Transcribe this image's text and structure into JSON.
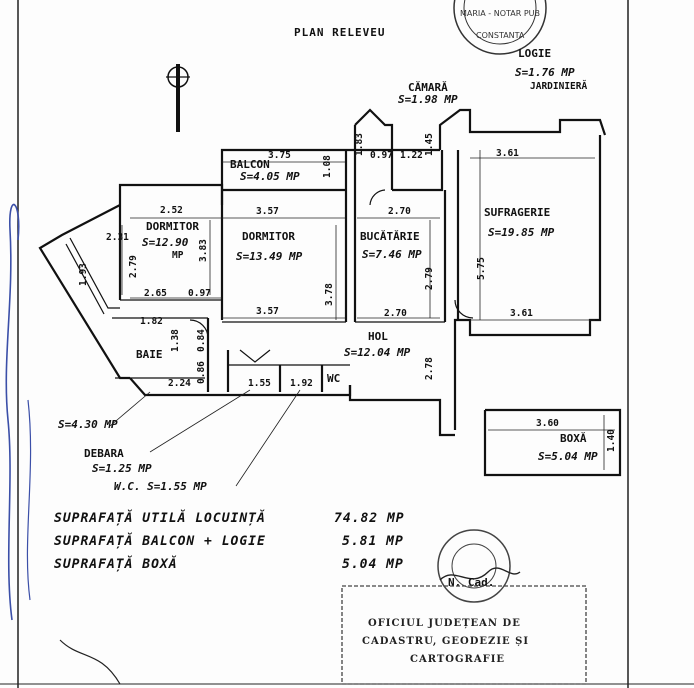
{
  "title": "PLAN RELEVEU",
  "stamp_top": {
    "line1": "MARIA - NOTAR PUB",
    "line2": "CONSTANTA"
  },
  "rooms": {
    "logie": {
      "name": "LOGIE",
      "area": "S=1.76 MP",
      "note": "JARDINIERĂ"
    },
    "camara": {
      "name": "CĂMARĂ",
      "area": "S=1.98 MP"
    },
    "balcon": {
      "name": "BALCON",
      "area": "S=4.05 MP"
    },
    "dormitor1": {
      "name": "DORMITOR",
      "area": "S=12.90",
      "unit": "MP"
    },
    "dormitor2": {
      "name": "DORMITOR",
      "area": "S=13.49 MP"
    },
    "bucatarie": {
      "name": "BUCĂTĂRIE",
      "area": "S=7.46 MP"
    },
    "sufragerie": {
      "name": "SUFRAGERIE",
      "area": "S=19.85 MP"
    },
    "hol": {
      "name": "HOL",
      "area": "S=12.04 MP"
    },
    "baie": {
      "name": "BAIE"
    },
    "wc": {
      "name": "WC"
    },
    "boxa": {
      "name": "BOXĂ",
      "area": "S=5.04 MP"
    }
  },
  "notes": {
    "baie_area": "S=4.30 MP",
    "debara_name": "DEBARA",
    "debara_area": "S=1.25 MP",
    "wc_area": "W.C. S=1.55 MP"
  },
  "dimensions": {
    "d375": "3.75",
    "d108": "1.08",
    "d183": "1.83",
    "d097b": "0.97",
    "d122": "1.22",
    "d145": "1.45",
    "d361a": "3.61",
    "d252": "2.52",
    "d231": "2.31",
    "d357a": "3.57",
    "d270a": "2.70",
    "d279a": "2.79",
    "d383": "3.83",
    "d279b": "2.79",
    "d575": "5.75",
    "d193": "1.93",
    "d265": "2.65",
    "d097a": "0.97",
    "d378": "3.78",
    "d182": "1.82",
    "d138": "1.38",
    "d357b": "3.57",
    "d270b": "2.70",
    "d361b": "3.61",
    "d084": "0.84",
    "d086": "0.86",
    "d224": "2.24",
    "d155": "1.55",
    "d192": "1.92",
    "d278": "2.78",
    "d360": "3.60",
    "d140": "1.40"
  },
  "summary": [
    {
      "label": "SUPRAFAȚĂ UTILĂ LOCUINȚĂ",
      "value": "74.82 MP"
    },
    {
      "label": "SUPRAFAȚĂ BALCON + LOGIE",
      "value": "5.81 MP"
    },
    {
      "label": "SUPRAFAȚĂ BOXĂ",
      "value": "5.04 MP"
    }
  ],
  "office_stamp": {
    "line1": "OFICIUL JUDEȚEAN DE",
    "line2": "CADASTRU, GEODEZIE ȘI",
    "line3": "CARTOGRAFIE"
  },
  "signature": "N. Cad."
}
